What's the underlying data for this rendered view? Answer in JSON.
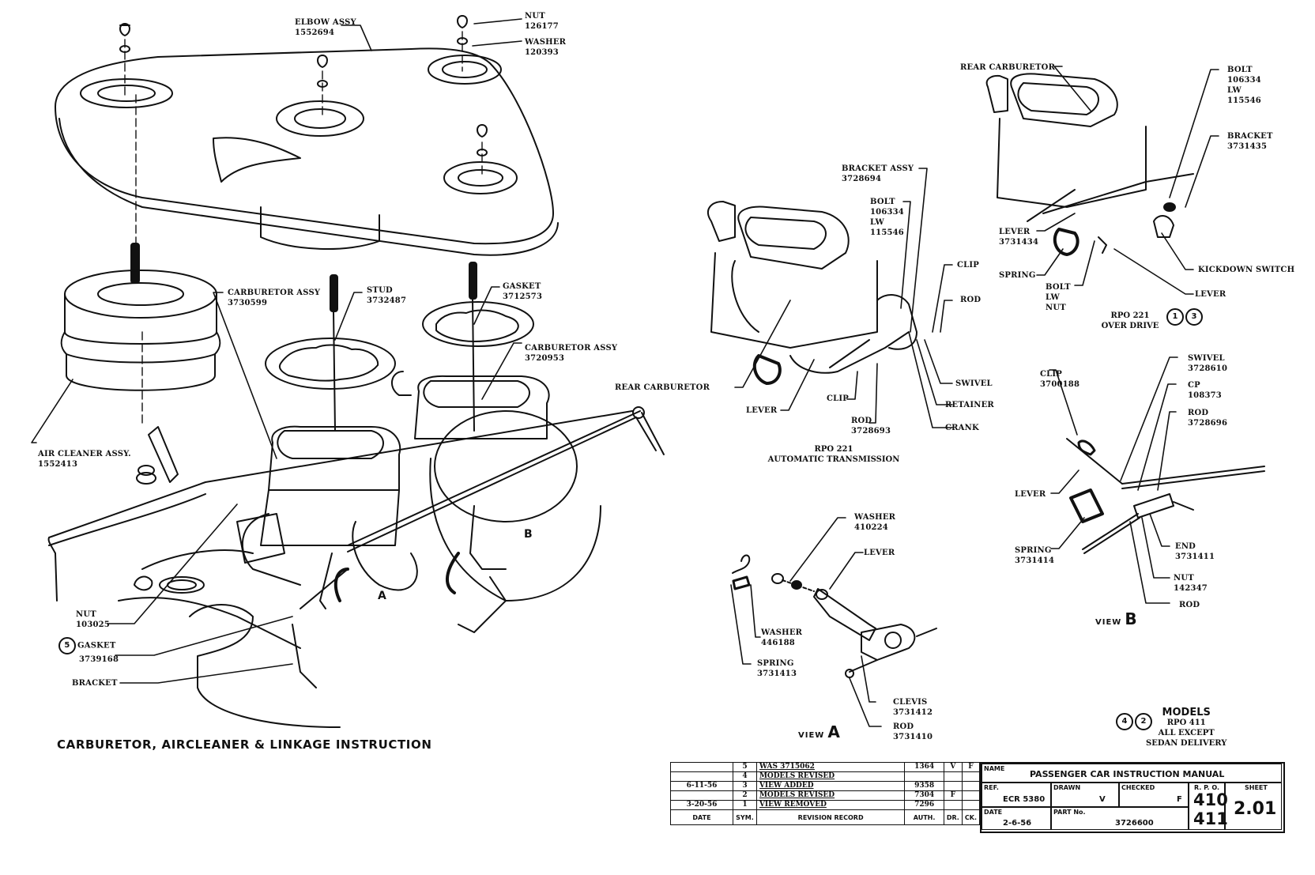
{
  "document": {
    "title": "CARBURETOR, AIRCLEANER & LINKAGE INSTRUCTION"
  },
  "main_callouts": [
    {
      "name": "ELBOW ASSY",
      "part": "1552694"
    },
    {
      "name": "NUT",
      "part": "126177"
    },
    {
      "name": "WASHER",
      "part": "120393"
    },
    {
      "name": "CARBURETOR ASSY",
      "part": "3730599"
    },
    {
      "name": "STUD",
      "part": "3732487"
    },
    {
      "name": "GASKET",
      "part": "3712573"
    },
    {
      "name": "CARBURETOR ASSY",
      "part": "3720953"
    },
    {
      "name": "AIR CLEANER ASSY.",
      "part": "1552413"
    },
    {
      "name": "NUT",
      "part": "103025"
    },
    {
      "name": "GASKET",
      "part": "3739168",
      "marker": "5"
    },
    {
      "name": "BRACKET",
      "part": ""
    }
  ],
  "main_figure_letters": [
    "A",
    "B"
  ],
  "auto_trans": {
    "caption_line1": "RPO 221",
    "caption_line2": "AUTOMATIC TRANSMISSION",
    "callouts": [
      {
        "name": "BRACKET ASSY",
        "part": "3728694"
      },
      {
        "name": "BOLT",
        "part": "106334",
        "extra": "LW",
        "extra_part": "115546"
      },
      {
        "name": "CLIP",
        "part": ""
      },
      {
        "name": "ROD",
        "part": ""
      },
      {
        "name": "REAR CARBURETOR",
        "part": ""
      },
      {
        "name": "LEVER",
        "part": ""
      },
      {
        "name": "CLIP",
        "part": ""
      },
      {
        "name": "ROD",
        "part": "3728693"
      },
      {
        "name": "SWIVEL",
        "part": ""
      },
      {
        "name": "RETAINER",
        "part": ""
      },
      {
        "name": "CRANK",
        "part": ""
      }
    ]
  },
  "overdrive": {
    "caption_line1": "RPO 221",
    "caption_line2": "OVER DRIVE",
    "markers": [
      "1",
      "3"
    ],
    "callouts": [
      {
        "name": "REAR CARBURETOR",
        "part": ""
      },
      {
        "name": "BOLT",
        "part": "106334",
        "extra": "LW",
        "extra_part": "115546"
      },
      {
        "name": "BRACKET",
        "part": "3731435"
      },
      {
        "name": "LEVER",
        "part": "3731434"
      },
      {
        "name": "SPRING",
        "part": ""
      },
      {
        "name": "KICKDOWN SWITCH",
        "part": ""
      },
      {
        "name": "BOLT",
        "part": "",
        "extra": "LW",
        "extra2": "NUT"
      },
      {
        "name": "LEVER",
        "part": ""
      }
    ]
  },
  "view_a": {
    "label": "VIEW",
    "letter": "A",
    "callouts": [
      {
        "name": "WASHER",
        "part": "410224"
      },
      {
        "name": "LEVER",
        "part": ""
      },
      {
        "name": "WASHER",
        "part": "446188"
      },
      {
        "name": "SPRING",
        "part": "3731413"
      },
      {
        "name": "CLEVIS",
        "part": "3731412"
      },
      {
        "name": "ROD",
        "part": "3731410"
      }
    ]
  },
  "view_b": {
    "label": "VIEW",
    "letter": "B",
    "callouts": [
      {
        "name": "CLIP",
        "part": "3700188"
      },
      {
        "name": "SWIVEL",
        "part": "3728610"
      },
      {
        "name": "CP",
        "part": "108373"
      },
      {
        "name": "ROD",
        "part": "3728696"
      },
      {
        "name": "LEVER",
        "part": ""
      },
      {
        "name": "SPRING",
        "part": "3731414"
      },
      {
        "name": "END",
        "part": "3731411"
      },
      {
        "name": "NUT",
        "part": "142347"
      },
      {
        "name": "ROD",
        "part": ""
      }
    ]
  },
  "models_note": {
    "markers": [
      "4",
      "2"
    ],
    "heading": "MODELS",
    "line1": "RPO 411",
    "line2": "ALL EXCEPT",
    "line3": "SEDAN DELIVERY"
  },
  "revision_record": {
    "headers": {
      "date": "DATE",
      "sym": "SYM.",
      "record": "REVISION RECORD",
      "auth": "AUTH.",
      "dr": "DR.",
      "ck": "CK."
    },
    "rows": [
      {
        "date": "",
        "sym": "5",
        "record": "WAS 3715062",
        "auth": "1364",
        "dr": "V",
        "ck": "F"
      },
      {
        "date": "",
        "sym": "4",
        "record": "MODELS REVISED",
        "auth": "",
        "dr": "",
        "ck": ""
      },
      {
        "date": "6-11-56",
        "sym": "3",
        "record": "VIEW ADDED",
        "auth": "9358",
        "dr": "",
        "ck": ""
      },
      {
        "date": "",
        "sym": "2",
        "record": "MODELS REVISED",
        "auth": "7304",
        "dr": "F",
        "ck": ""
      },
      {
        "date": "3-20-56",
        "sym": "1",
        "record": "VIEW REMOVED",
        "auth": "7296",
        "dr": "",
        "ck": ""
      }
    ]
  },
  "title_block": {
    "name_label": "NAME",
    "name_value": "PASSENGER CAR INSTRUCTION MANUAL",
    "ref_label": "REF.",
    "ref_value": "ECR 5380",
    "drawn_label": "DRAWN",
    "drawn_value": "V",
    "checked_label": "CHECKED",
    "checked_value": "F",
    "date_label": "DATE",
    "date_value": "2-6-56",
    "part_label": "PART No.",
    "part_value": "3726600",
    "rpo_label": "R. P. O.",
    "rpo_values": [
      "410",
      "411"
    ],
    "sheet_label": "SHEET",
    "sheet_value": "2.01"
  }
}
